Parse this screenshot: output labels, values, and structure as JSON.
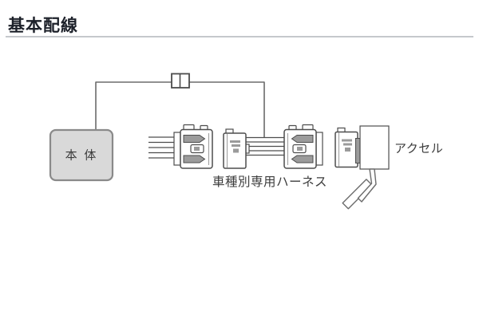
{
  "page": {
    "title": "基本配線"
  },
  "diagram": {
    "main_unit_label": "本 体",
    "harness_label": "車種別専用ハーネス",
    "accel_label": "アクセル",
    "components": [
      "main-unit",
      "inline-connector",
      "harness-connector-left",
      "harness-plug",
      "harness-connector-right",
      "accel-connector",
      "accel-pedal"
    ]
  },
  "colors": {
    "background": "#ffffff",
    "title_text": "#1d212a",
    "title_rule": "#c5c8cc",
    "wire": "#6b6b6b",
    "connector_stroke": "#4d4d4d",
    "detail_gray": "#9b9b9b",
    "main_unit_fill": "#d9d9d9",
    "main_unit_stroke": "#8a8a8a",
    "label_text": "#3c3c3c"
  }
}
